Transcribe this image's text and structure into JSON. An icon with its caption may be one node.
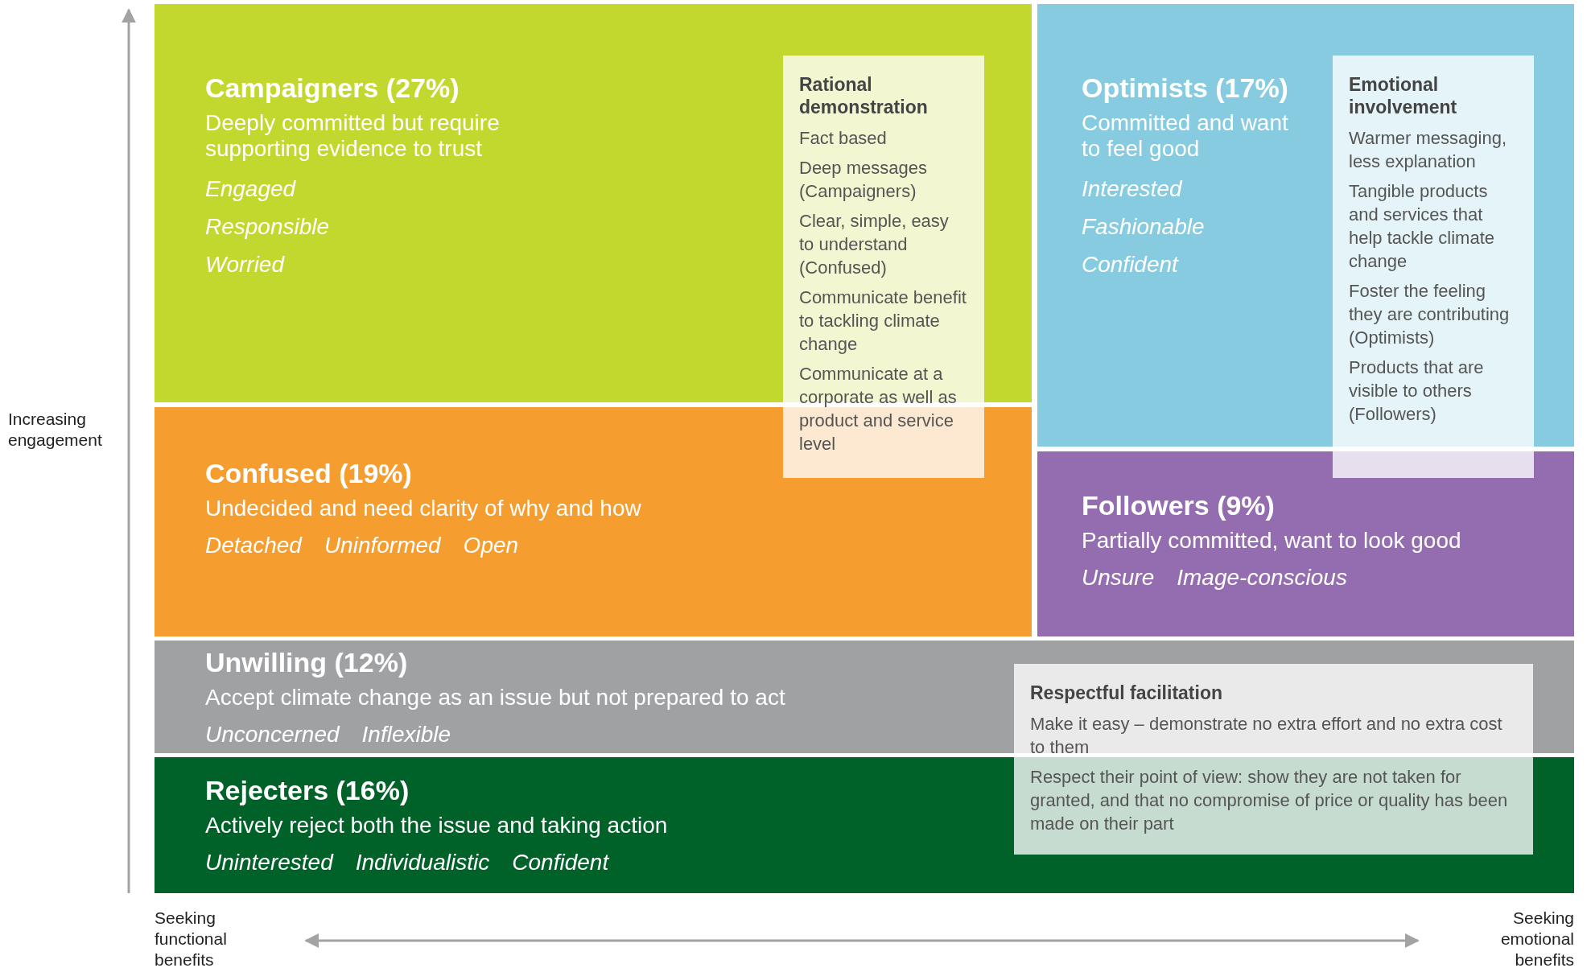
{
  "diagram": {
    "nodes": [
      {
        "text": [
          "Campaigners (27%)",
          "Deeply committed but require supporting evidence to trust",
          "Engaged",
          "Responsible",
          "Worried"
        ]
      },
      {
        "text": [
          "Rational demonstration",
          "Fact based",
          "Deep messages (Campaigners)",
          "Clear, simple, easy to understand (Confused)",
          "Communicate benefit to tackling climate change",
          "Communicate at a corporate as well as product and service level"
        ]
      },
      {
        "text": [
          "Optimists (17%)",
          "Committed and want to feel good",
          "Interested",
          "Fashionable",
          "Confident"
        ]
      },
      {
        "text": [
          "Emotional involvement",
          "Warmer messaging, less explanation",
          "Tangible products and services that help tackle climate change",
          "Foster the feeling they are contributing (Optimists)",
          "Products that are visible to others (Followers)"
        ]
      },
      {
        "text": [
          "Confused (19%)",
          "Undecided and need clarity of why and how",
          "Detached",
          "Uninformed",
          "Open"
        ]
      },
      {
        "text": [
          "Followers (9%)",
          "Partially committed, want to look good",
          "Unsure",
          "Image-conscious"
        ]
      },
      {
        "text": [
          "Unwilling (12%)",
          "Accept climate change as an issue but not prepared to act",
          "Unconcerned",
          "Inflexible"
        ]
      },
      {
        "text": [
          "Respectful facilitation",
          "Make it easy – demonstrate no extra effort and no extra cost to them",
          "Respect their point of view: show they are not taken for granted, and that no compromise of price or quality has been made on their part"
        ]
      },
      {
        "text": [
          "Rejecters (16%)",
          "Actively reject both the issue and taking action",
          "Uninterested",
          "Individualistic",
          "Confident"
        ]
      }
    ],
    "labels": [
      "Increasing engagement",
      "Seeking functional benefits",
      "Seeking emotional benefits"
    ]
  }
}
